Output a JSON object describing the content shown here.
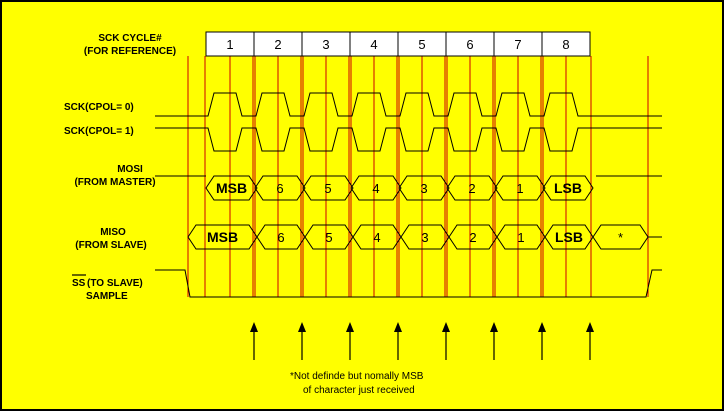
{
  "colors": {
    "background": "#ffff00",
    "frame": "#000000",
    "guide": "#cc0000",
    "waveform": "#000000"
  },
  "labels": {
    "sck_cycle": "SCK CYCLE#",
    "for_reference": "(FOR REFERENCE)",
    "sck_cpol0": "SCK(CPOL= 0)",
    "sck_cpol1": "SCK(CPOL= 1)",
    "mosi": "MOSI",
    "from_master": "(FROM MASTER)",
    "miso": "MISO",
    "from_slave": "(FROM SLAVE)",
    "ss_bar": "SS",
    "ss_rest": "(TO SLAVE)",
    "sample": "SAMPLE"
  },
  "cycles": [
    "1",
    "2",
    "3",
    "4",
    "5",
    "6",
    "7",
    "8"
  ],
  "mosi_bits": [
    "MSB",
    "6",
    "5",
    "4",
    "3",
    "2",
    "1",
    "LSB"
  ],
  "miso_bits": [
    "MSB",
    "6",
    "5",
    "4",
    "3",
    "2",
    "1",
    "LSB",
    "*"
  ],
  "note": {
    "line1": "*Not    definde but    nomally    MSB",
    "line2": "of    character   just   received"
  }
}
